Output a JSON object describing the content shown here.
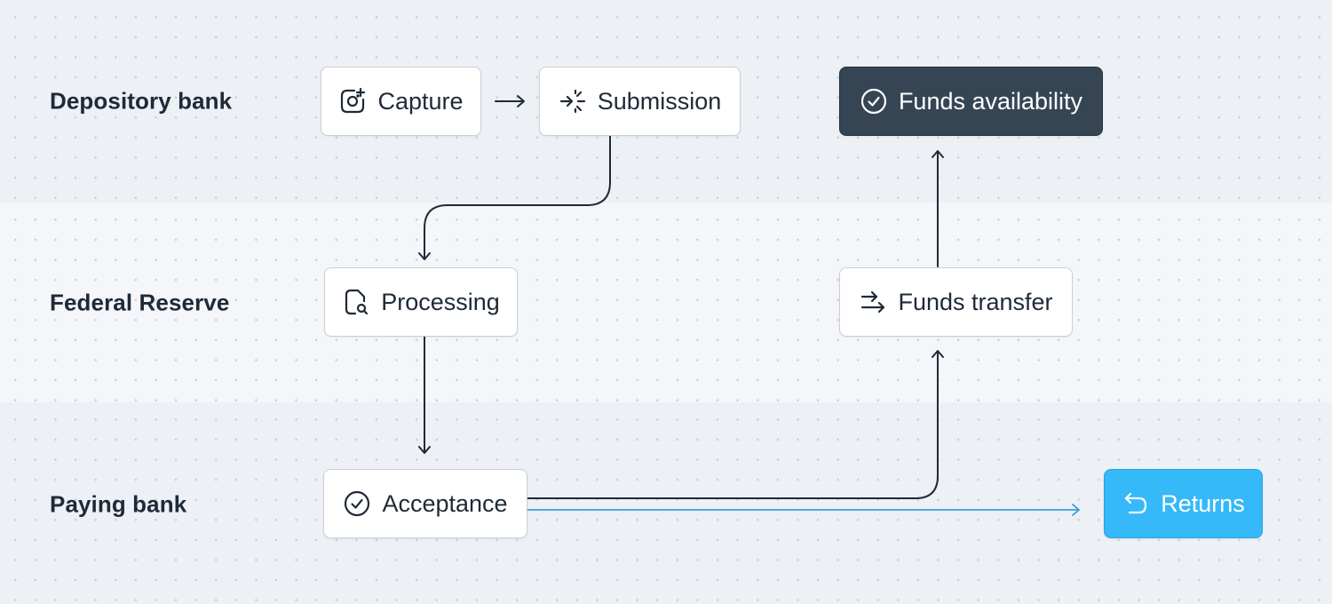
{
  "lanes": {
    "depository": "Depository bank",
    "federal": "Federal Reserve",
    "paying": "Paying bank"
  },
  "nodes": {
    "capture": {
      "label": "Capture",
      "icon": "camera-plus-icon"
    },
    "submission": {
      "label": "Submission",
      "icon": "arrow-burst-icon"
    },
    "funds_availability": {
      "label": "Funds availability",
      "icon": "check-circle-icon"
    },
    "processing": {
      "label": "Processing",
      "icon": "document-search-icon"
    },
    "funds_transfer": {
      "label": "Funds transfer",
      "icon": "transfer-arrows-icon"
    },
    "acceptance": {
      "label": "Acceptance",
      "icon": "check-circle-icon"
    },
    "returns": {
      "label": "Returns",
      "icon": "return-arrow-icon"
    }
  },
  "edges": [
    {
      "from": "capture",
      "to": "submission"
    },
    {
      "from": "submission",
      "to": "processing"
    },
    {
      "from": "processing",
      "to": "acceptance"
    },
    {
      "from": "acceptance",
      "to": "funds_transfer"
    },
    {
      "from": "funds_transfer",
      "to": "funds_availability"
    },
    {
      "from": "acceptance",
      "to": "returns"
    }
  ],
  "colors": {
    "edge": "#1f2a37",
    "return_edge": "#3b9ddc",
    "dark_node": "#354554",
    "returns_node": "#35b9f9"
  }
}
